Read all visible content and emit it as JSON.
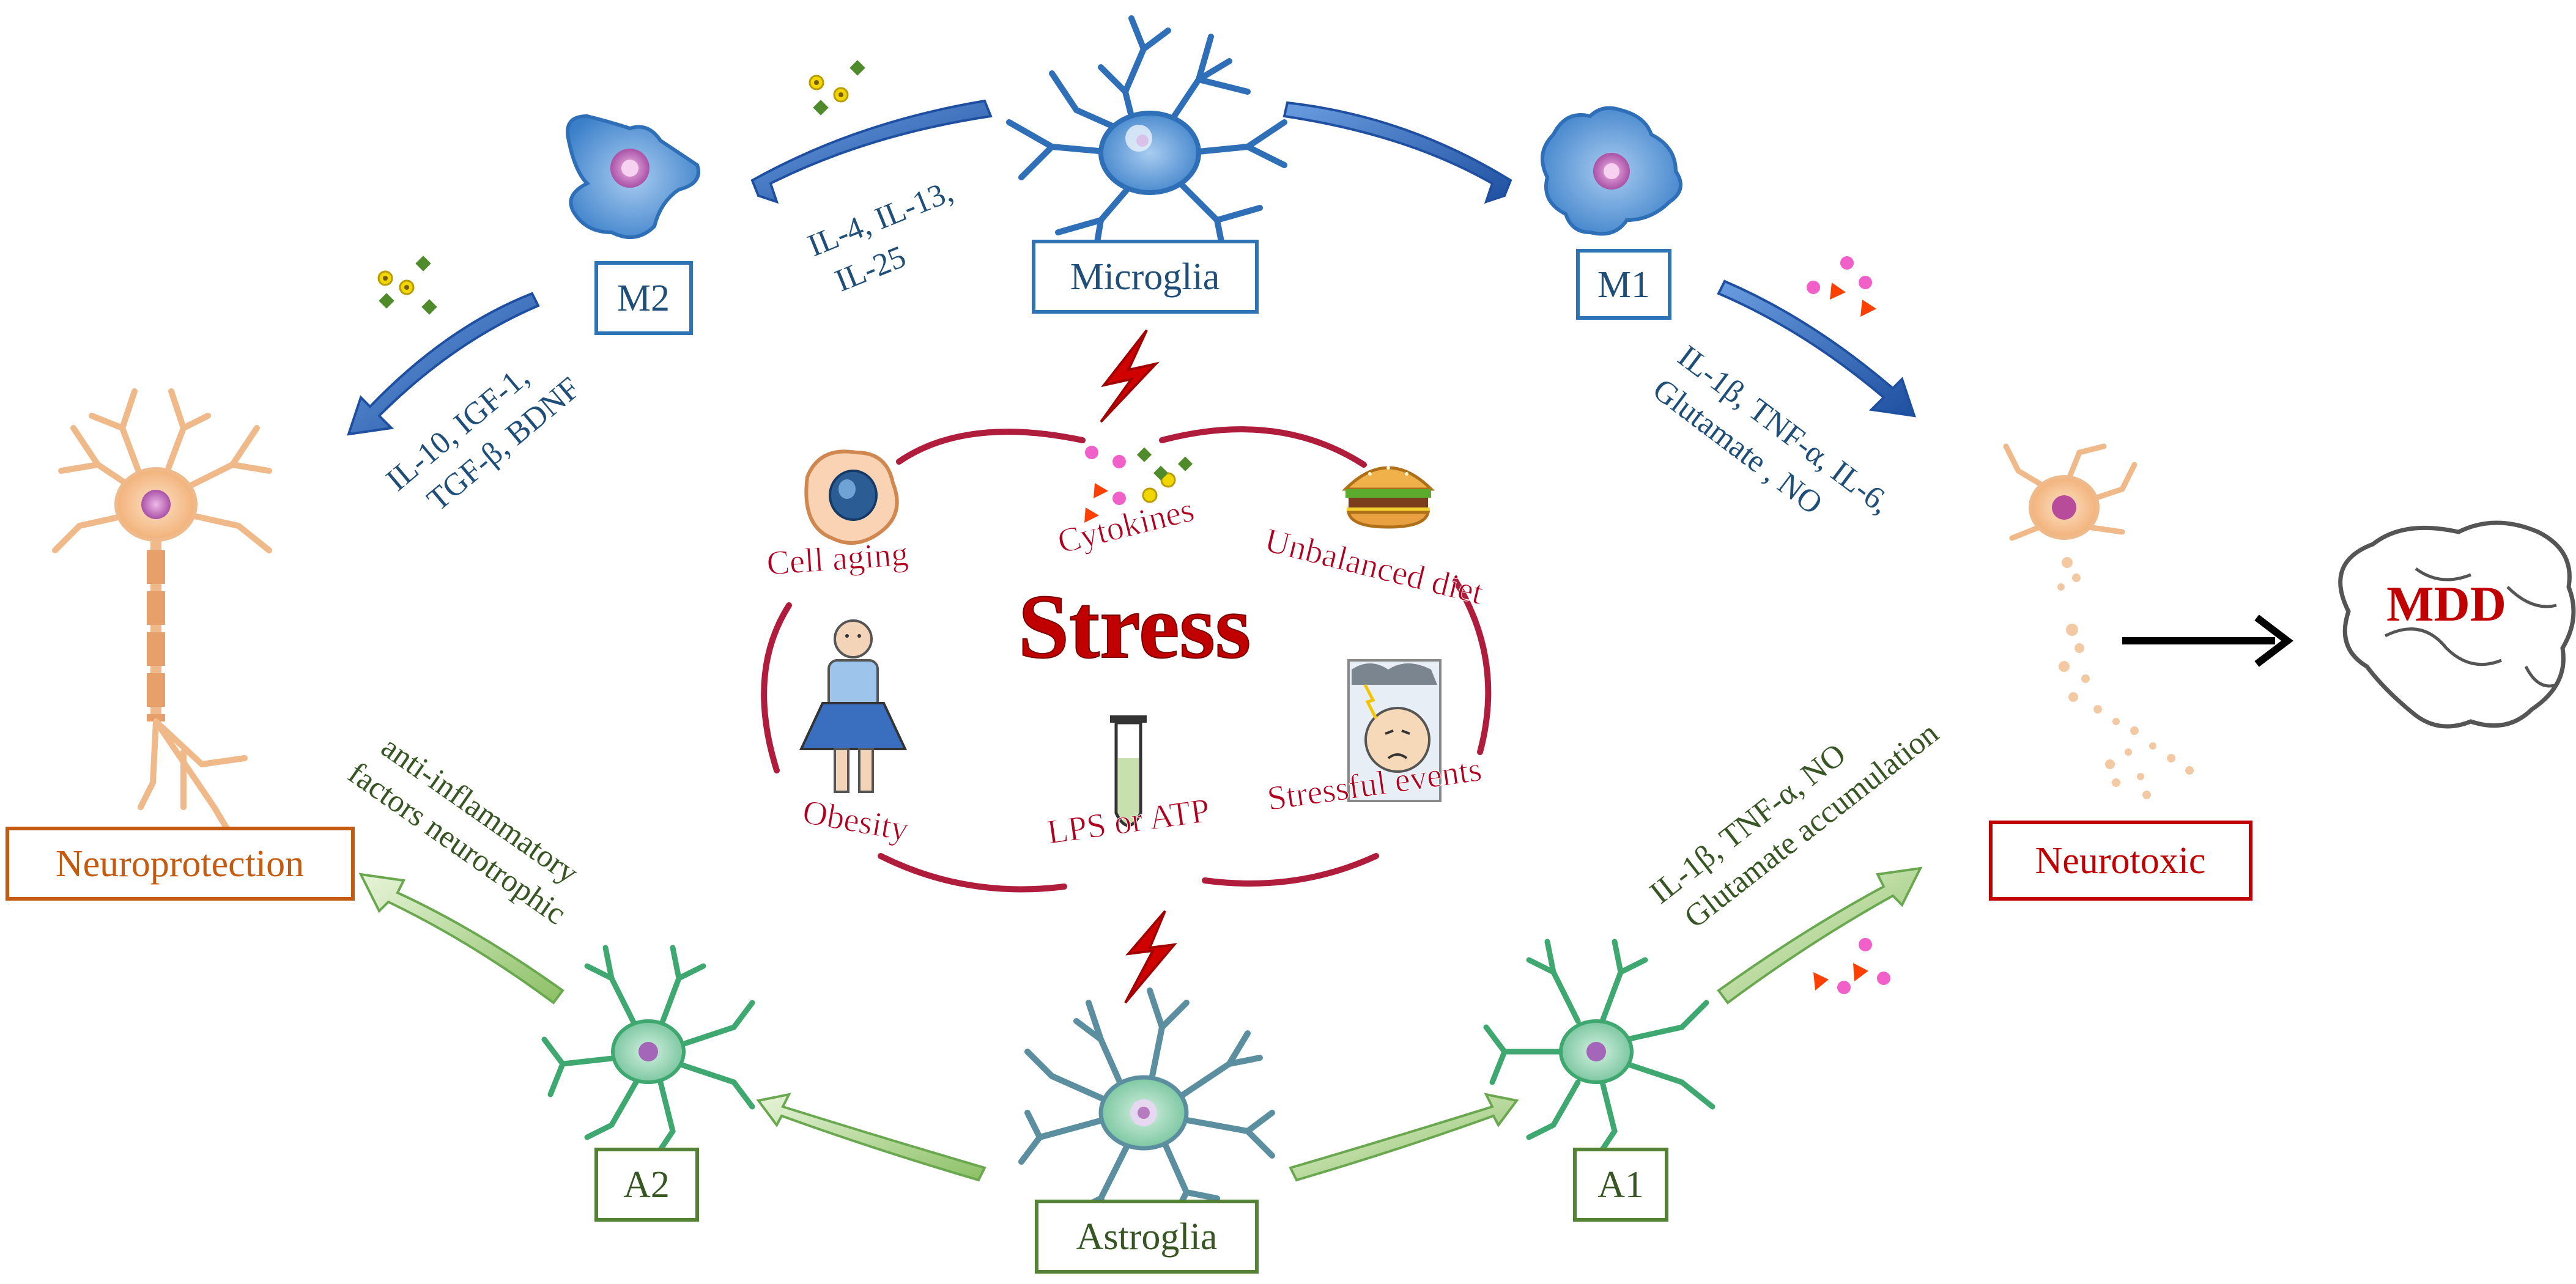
{
  "colors": {
    "blue_text": "#1f4e79",
    "blue_box": "#2e74b5",
    "blue_arrow": "#2f5aa8",
    "green_text": "#375623",
    "green_box": "#548235",
    "green_arrow": "#a9d18e",
    "orange": "#c55a11",
    "red": "#c00000",
    "dark_red": "#b00020",
    "ring": "#b01c3c"
  },
  "nodes": {
    "microglia": "Microglia",
    "m1": "M1",
    "m2": "M2",
    "astroglia": "Astroglia",
    "a1": "A1",
    "a2": "A2",
    "neuroprotection": "Neuroprotection",
    "neurotoxic": "Neurotoxic",
    "mdd": "MDD"
  },
  "annotations": {
    "m2_induce": [
      "IL-4, IL-13,",
      "IL-25"
    ],
    "m2_secrete": [
      "IL-10, IGF-1,",
      "TGF-β, BDNF"
    ],
    "m1_secrete": [
      "IL-1β, TNF-α, IL-6,",
      "Glutamate , NO"
    ],
    "a2_secrete": [
      "anti-inflammatory",
      "factors neurotrophic"
    ],
    "a1_secrete": [
      "IL-1β, TNF-α, NO",
      "Glutamate accumulation"
    ]
  },
  "center": {
    "title": "Stress",
    "factors": {
      "cell_aging": "Cell aging",
      "cytokines": "Cytokines",
      "unbalanced_diet": "Unbalanced diet",
      "obesity": "Obesity",
      "lps_atp": "LPS or ATP",
      "stressful_events": "Stressful events"
    }
  },
  "icons": {
    "lightning": "lightning-icon",
    "cytokine_dots": "cytokine-particles-icon",
    "brain": "brain-icon",
    "neuron": "neuron-icon",
    "burger": "burger-icon",
    "tube": "test-tube-icon",
    "person": "person-icon",
    "sad_face": "sad-face-icon",
    "aging_cell": "aging-cell-icon"
  }
}
